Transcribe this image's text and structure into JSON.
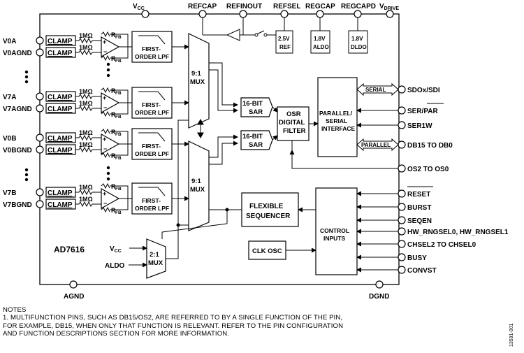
{
  "top_pins": {
    "vcc": "V",
    "vcc_sub": "CC",
    "refcap": "REFCAP",
    "refinout": "REFINOUT",
    "refsel": "REFSEL",
    "regcap": "REGCAP",
    "regcapd": "REGCAPD",
    "vdrive": "V",
    "vdrive_sub": "DRIVE"
  },
  "left_pins": [
    "V0A",
    "V0AGND",
    "V7A",
    "V7AGND",
    "V0B",
    "V0BGND",
    "V7B",
    "V7BGND"
  ],
  "clamp_label": "CLAMP",
  "resistor_label": "1MΩ",
  "rfb_label": "R",
  "rfb_sub": "FB",
  "lpf_line1": "FIRST-",
  "lpf_line2": "ORDER LPF",
  "mux_top": [
    "9:1",
    "MUX"
  ],
  "mux_bottom": [
    "9:1",
    "MUX"
  ],
  "sar_line1": "16-BIT",
  "sar_line2": "SAR",
  "osr_lines": [
    "OSR",
    "DIGITAL",
    "FILTER"
  ],
  "ps_lines": [
    "PARALLEL/",
    "SERIAL",
    "INTERFACE"
  ],
  "serial_label": "SERIAL",
  "parallel_label": "PARALLEL",
  "ref_block": [
    "2.5V",
    "REF"
  ],
  "aldo_block": [
    "1.8V",
    "ALDO"
  ],
  "dldo_block": [
    "1.8V",
    "DLDO"
  ],
  "sequencer": [
    "FLEXIBLE",
    "SEQUENCER"
  ],
  "control": [
    "CONTROL",
    "INPUTS"
  ],
  "clkosc": "CLK OSC",
  "mux21": [
    "2:1",
    "MUX"
  ],
  "mux21_in_vcc": "V",
  "mux21_in_vcc_sub": "CC",
  "mux21_in_aldo": "ALDO",
  "part_name": "AD7616",
  "right_pins": [
    "SDOx/SDI",
    "SER/PAR",
    "SER1W",
    "DB15 TO DB0",
    "OS2 TO OS0",
    "RESET",
    "BURST",
    "SEQEN",
    "HW_RNGSEL0, HW_RNGSEL1",
    "CHSEL2 TO CHSEL0",
    "BUSY",
    "CONVST"
  ],
  "bottom_pins": [
    "AGND",
    "DGND"
  ],
  "notes": {
    "title": "NOTES",
    "lines": [
      "1. MULTIFUNCTION PINS, SUCH AS DB15/OS2, ARE REFERRED TO BY A SINGLE FUNCTION OF THE PIN,",
      "    FOR EXAMPLE, DB15, WHEN ONLY THAT FUNCTION IS RELEVANT. REFER TO THE PIN CONFIGURATION",
      "    AND FUNCTION DESCRIPTIONS SECTION FOR MORE INFORMATION."
    ]
  },
  "figure_id": "13591-001"
}
